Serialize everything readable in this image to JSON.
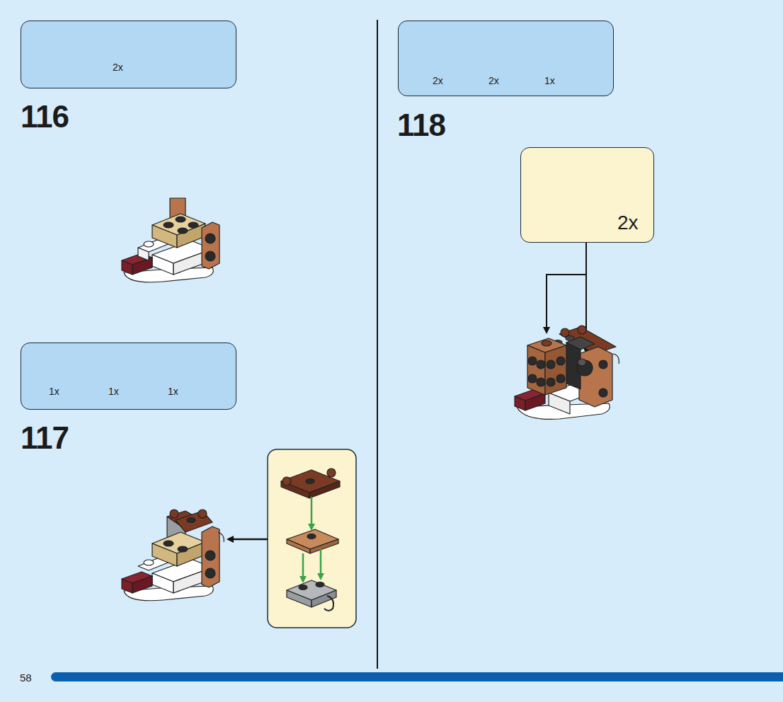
{
  "diagram": {
    "nodes": [
      {
        "text": [
          "2x"
        ]
      },
      {
        "text": [
          "1x",
          "1x",
          "1x"
        ]
      },
      {
        "text": [
          "2x",
          "2x",
          "1x"
        ]
      },
      {
        "text": [
          "2x"
        ]
      }
    ],
    "labels": [
      "116",
      "117",
      "118",
      "58"
    ]
  }
}
